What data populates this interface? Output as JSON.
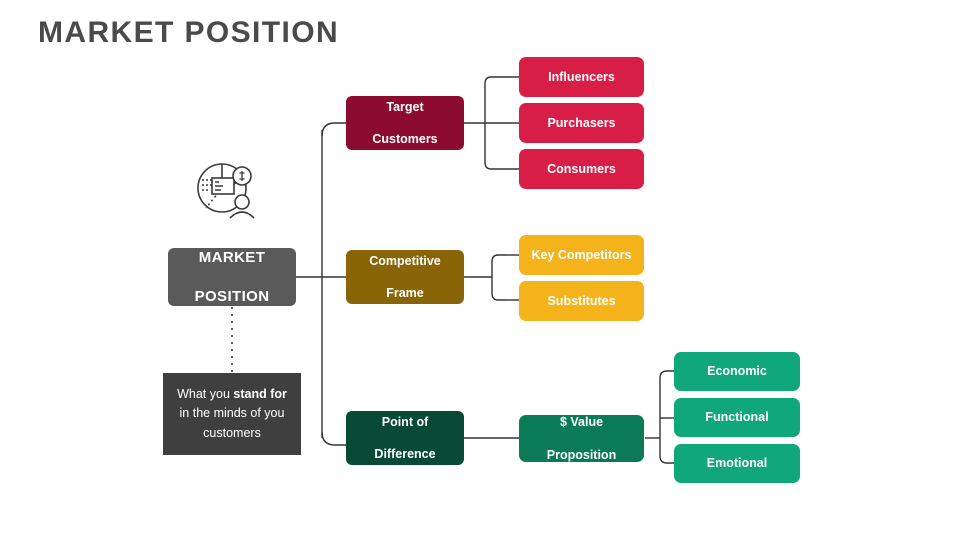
{
  "title": "MARKET POSITION",
  "center": {
    "line1": "MARKET",
    "line2": "POSITION",
    "color": "#5a5a5a"
  },
  "note": {
    "text_parts": [
      "What you ",
      "stand for",
      " in the minds of you customers"
    ],
    "full_text": "What you stand for in the minds of you customers",
    "color": "#3f3f3f"
  },
  "branches": [
    {
      "id": "target-customers",
      "line1": "Target",
      "line2": "Customers",
      "color": "#8c0b2e",
      "children": [
        {
          "label": "Influencers",
          "color": "#d81e46"
        },
        {
          "label": "Purchasers",
          "color": "#d81e46"
        },
        {
          "label": "Consumers",
          "color": "#d81e46"
        }
      ]
    },
    {
      "id": "competitive-frame",
      "line1": "Competitive",
      "line2": "Frame",
      "color": "#8a6508",
      "children": [
        {
          "label": "Key Competitors",
          "color": "#f5b31b"
        },
        {
          "label": "Substitutes",
          "color": "#f5b31b"
        }
      ]
    },
    {
      "id": "point-of-difference",
      "line1": "Point of",
      "line2": "Difference",
      "color": "#084a35",
      "children": [
        {
          "label1": "$ Value",
          "label2": "Proposition",
          "color": "#0b7a57"
        }
      ],
      "grandchildren": [
        {
          "label": "Economic",
          "color": "#10a87a"
        },
        {
          "label": "Functional",
          "color": "#10a87a"
        },
        {
          "label": "Emotional",
          "color": "#10a87a"
        }
      ]
    }
  ],
  "icons": {
    "main": "market-analysis-icon"
  }
}
